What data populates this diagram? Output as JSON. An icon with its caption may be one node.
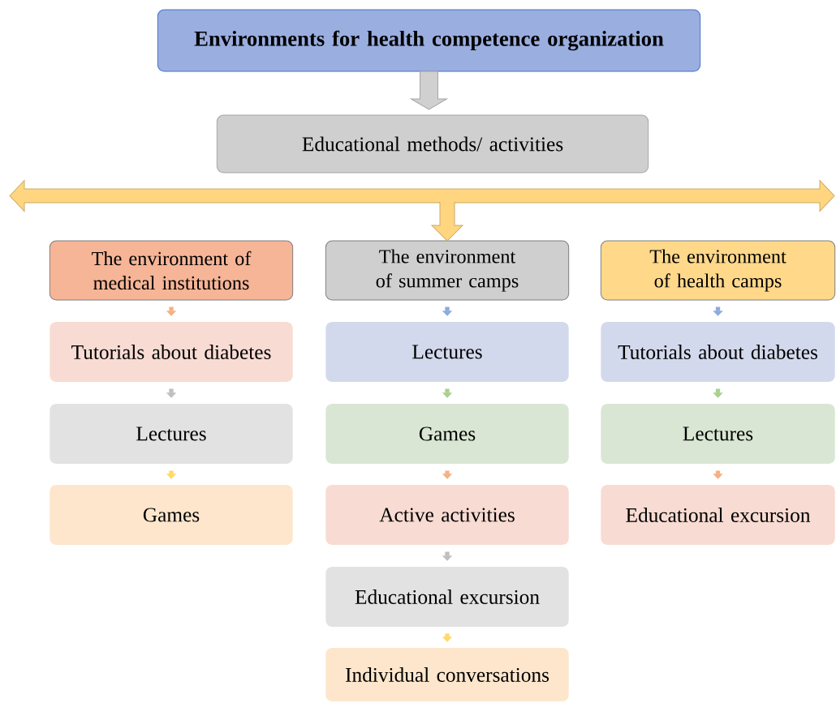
{
  "diagram": {
    "nodes": [
      {
        "text": [
          "Environments for health competence organization"
        ]
      },
      {
        "text": [
          "Educational methods/ activities"
        ]
      },
      {
        "text": [
          "The environment of medical institutions"
        ]
      },
      {
        "text": [
          "The environment of summer camps"
        ]
      },
      {
        "text": [
          "The environment of health camps"
        ]
      },
      {
        "text": [
          "Tutorials about diabetes"
        ]
      },
      {
        "text": [
          "Lectures"
        ]
      },
      {
        "text": [
          "Games"
        ]
      },
      {
        "text": [
          "Lectures"
        ]
      },
      {
        "text": [
          "Games"
        ]
      },
      {
        "text": [
          "Active activities"
        ]
      },
      {
        "text": [
          "Educational excursion"
        ]
      },
      {
        "text": [
          "Individual conversations"
        ]
      },
      {
        "text": [
          "Tutorials about diabetes"
        ]
      },
      {
        "text": [
          "Lectures"
        ]
      },
      {
        "text": [
          "Educational excursion"
        ]
      }
    ],
    "edges": [
      {
        "from": 0,
        "to": 1,
        "arrow": "to",
        "style": "thick",
        "color": "#d0d0d0"
      },
      {
        "from": null,
        "to": 3,
        "arrow": "to",
        "style": "thick",
        "color": "#ffd580"
      },
      {
        "from": 2,
        "to": 5,
        "arrow": "to",
        "color": "#f4b183"
      },
      {
        "from": 5,
        "to": 6,
        "arrow": "to",
        "color": "#bfbfbf"
      },
      {
        "from": 6,
        "to": 7,
        "arrow": "to",
        "color": "#ffd966"
      },
      {
        "from": 3,
        "to": 8,
        "arrow": "to",
        "color": "#8faadc"
      },
      {
        "from": 8,
        "to": 9,
        "arrow": "to",
        "color": "#a9d18e"
      },
      {
        "from": 9,
        "to": 10,
        "arrow": "to",
        "color": "#f4b183"
      },
      {
        "from": 10,
        "to": 11,
        "arrow": "to",
        "color": "#bfbfbf"
      },
      {
        "from": 11,
        "to": 12,
        "arrow": "to",
        "color": "#ffd966"
      },
      {
        "from": 4,
        "to": 13,
        "arrow": "to",
        "color": "#8faadc"
      },
      {
        "from": 13,
        "to": 14,
        "arrow": "to",
        "color": "#a9d18e"
      },
      {
        "from": 14,
        "to": 15,
        "arrow": "to",
        "color": "#f4b183"
      }
    ]
  }
}
